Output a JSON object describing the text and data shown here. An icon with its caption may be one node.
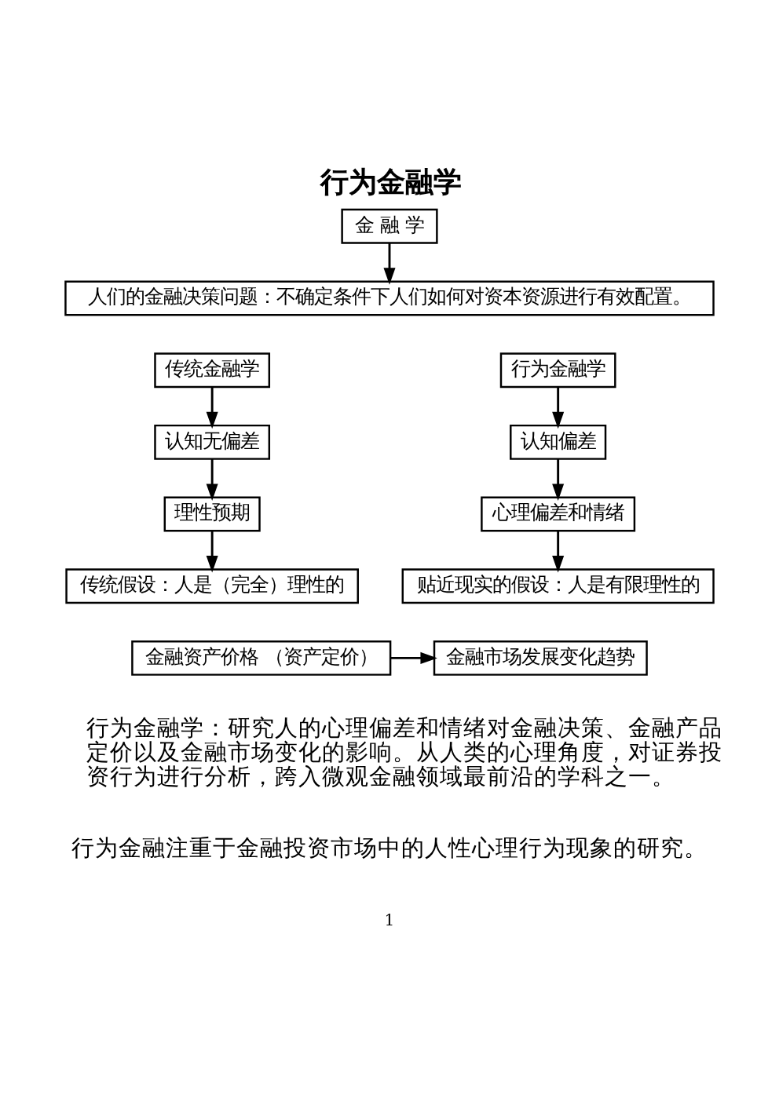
{
  "diagram": {
    "title": "行为金融学",
    "nodes": [
      {
        "text": [
          "金 融 学"
        ]
      },
      {
        "text": [
          "人们的金融决策问题：不确定条件下人们如何对资本资源进行有效配置。"
        ]
      },
      {
        "text": [
          "传统金融学"
        ]
      },
      {
        "text": [
          "行为金融学"
        ]
      },
      {
        "text": [
          "认知无偏差"
        ]
      },
      {
        "text": [
          "认知偏差"
        ]
      },
      {
        "text": [
          "理性预期"
        ]
      },
      {
        "text": [
          "心理偏差和情绪"
        ]
      },
      {
        "text": [
          "传统假设：人是（完全）理性的"
        ]
      },
      {
        "text": [
          "贴近现实的假设：人是有限理性的"
        ]
      },
      {
        "text": [
          "金融资产价格 （资产定价）"
        ]
      },
      {
        "text": [
          "金融市场发展变化趋势"
        ]
      }
    ],
    "edges": [
      {
        "from": 0,
        "to": 1,
        "arrow": "to"
      },
      {
        "from": 2,
        "to": 4,
        "arrow": "to"
      },
      {
        "from": 3,
        "to": 5,
        "arrow": "to"
      },
      {
        "from": 4,
        "to": 6,
        "arrow": "to"
      },
      {
        "from": 5,
        "to": 7,
        "arrow": "to"
      },
      {
        "from": 6,
        "to": 8,
        "arrow": "to"
      },
      {
        "from": 7,
        "to": 9,
        "arrow": "to"
      },
      {
        "from": 10,
        "to": 11,
        "arrow": "to"
      }
    ],
    "labels": [
      "行为金融学：研究人的心理偏差和情绪对金融决策、金融产品定价以及金融市场变化的影响。从人类的心理角度，对证券投资行为进行分析，跨入微观金融领域最前沿的学科之一。",
      "行为金融注重于金融投资市场中的人性心理行为现象的研究。",
      "1"
    ]
  }
}
